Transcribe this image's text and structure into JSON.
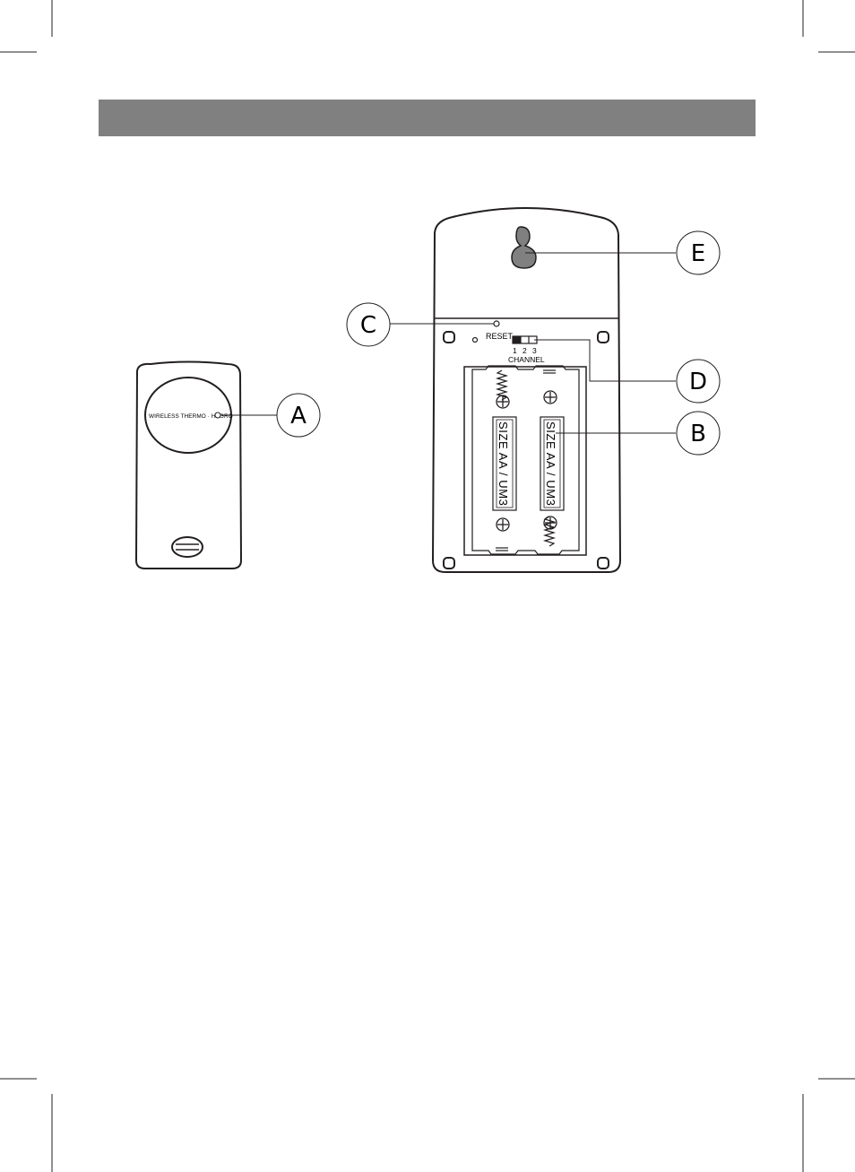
{
  "header_bar": {
    "color": "#808080",
    "text": ""
  },
  "callouts": {
    "a": "A",
    "b": "B",
    "c": "C",
    "d": "D",
    "e": "E"
  },
  "sensor": {
    "label": "WIRELESS THERMO · HYGRO"
  },
  "base_unit": {
    "reset_label": "RESET",
    "channel_label": "CHANNEL",
    "channel_numbers": [
      "1",
      "2",
      "3"
    ],
    "battery_label": "SIZE AA / UM3"
  },
  "colors": {
    "line": "#231f20",
    "hanger_fill": "#808080"
  }
}
